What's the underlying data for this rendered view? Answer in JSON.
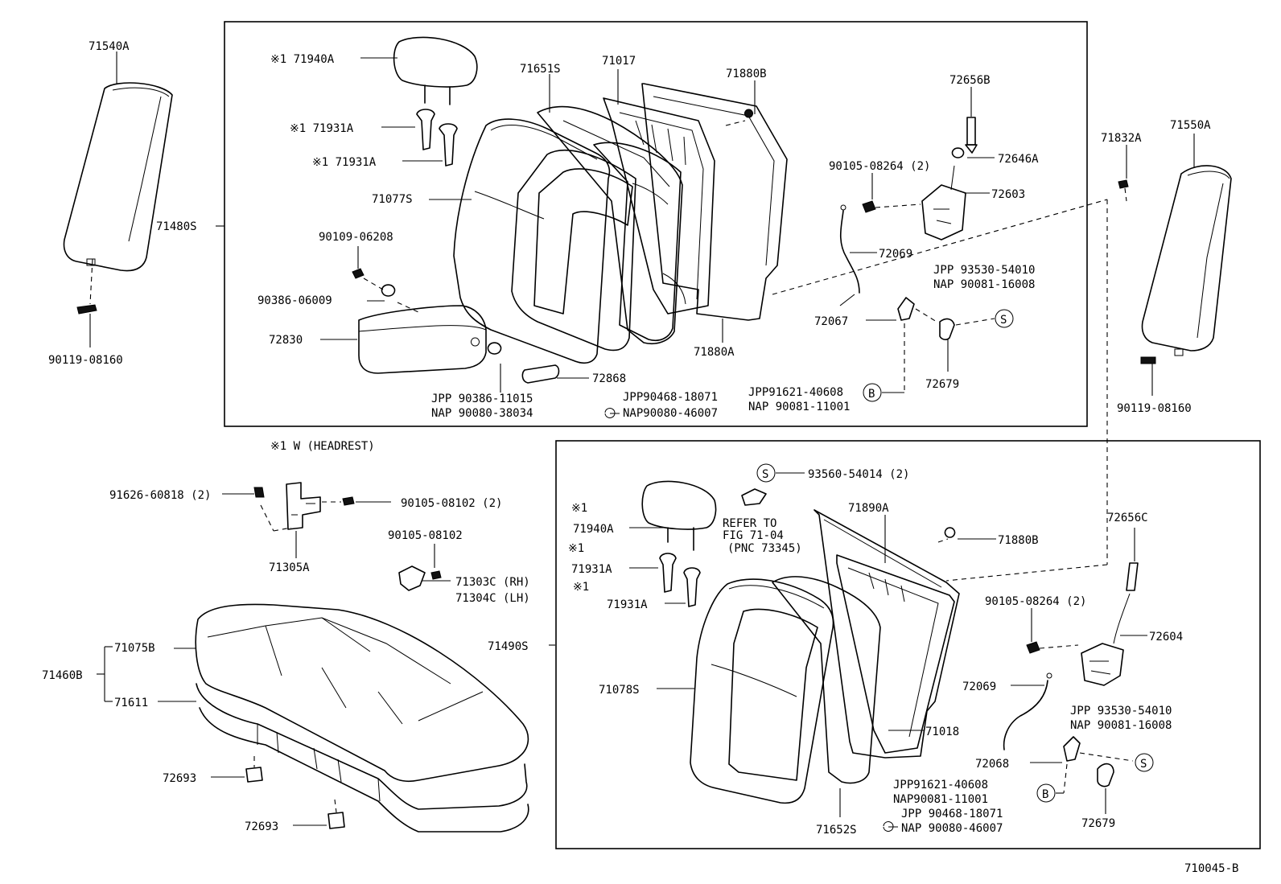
{
  "diagram": {
    "drawing_number": "710045-B",
    "labels": {
      "p71540A": "71540A",
      "p71480S": "71480S",
      "p90119_08160_left": "90119-08160",
      "p71940A_top": "※1 71940A",
      "p71931A_top1": "※1 71931A",
      "p71931A_top2": "※1 71931A",
      "p71651S": "71651S",
      "p71017": "71017",
      "p71880B_top": "71880B",
      "p71077S": "71077S",
      "p90109_06208": "90109-06208",
      "p90386_06009": "90386-06009",
      "p72830": "72830",
      "p90386_11015": "JPP 90386-11015",
      "p90080_38034": "NAP 90080-38034",
      "p72868": "72868",
      "p90468_18071_top": "JPP90468-18071",
      "p90080_46007_top": "NAP90080-46007",
      "p71880A": "71880A",
      "p72656B": "72656B",
      "p90105_08264_top": "90105-08264 (2)",
      "p72646A": "72646A",
      "p72603": "72603",
      "p72069_top": "72069",
      "p93530_top": "JPP 93530-54010",
      "p90081_16008_top": "NAP 90081-16008",
      "p72067": "72067",
      "p72679_top": "72679",
      "p91621_top": "JPP91621-40608",
      "p90081_11001_top": "NAP 90081-11001",
      "p71832A": "71832A",
      "p71550A": "71550A",
      "p90119_08160_right": "90119-08160",
      "note": "※1 W (HEADREST)",
      "p91626_60818": "91626-60818 (2)",
      "p90105_08102_a": "90105-08102 (2)",
      "p71305A": "71305A",
      "p90105_08102_b": "90105-08102",
      "p71303C": "71303C (RH)",
      "p71304C": "71304C (LH)",
      "p71460B": "71460B",
      "p71075B": "71075B",
      "p71611": "71611",
      "p72693_a": "72693",
      "p72693_b": "72693",
      "p71490S": "71490S",
      "p93560_54014": "93560-54014 (2)",
      "refer1": "REFER TO",
      "refer2": "FIG 71-04",
      "refer3": "(PNC 73345)",
      "p71890A": "71890A",
      "p71880B_bot": "71880B",
      "p72656C": "72656C",
      "p71940A_bot_mark": "※1",
      "p71940A_bot": "71940A",
      "p71931A_bot1_mark": "※1",
      "p71931A_bot1": "71931A",
      "p71931A_bot2_mark": "※1",
      "p71931A_bot2": "71931A",
      "p71078S": "71078S",
      "p90105_08264_bot": "90105-08264 (2)",
      "p72604": "72604",
      "p72069_bot": "72069",
      "p71018": "71018",
      "p93530_bot": "JPP 93530-54010",
      "p90081_16008_bot": "NAP 90081-16008",
      "p72068": "72068",
      "p91621_bot": "JPP91621-40608",
      "p90081_11001_bot": "NAP90081-11001",
      "p90468_18071_bot": "JPP 90468-18071",
      "p90080_46007_bot": "NAP 90080-46007",
      "p72679_bot": "72679",
      "p71652S": "71652S",
      "sym_S": "S",
      "sym_B": "B"
    }
  }
}
